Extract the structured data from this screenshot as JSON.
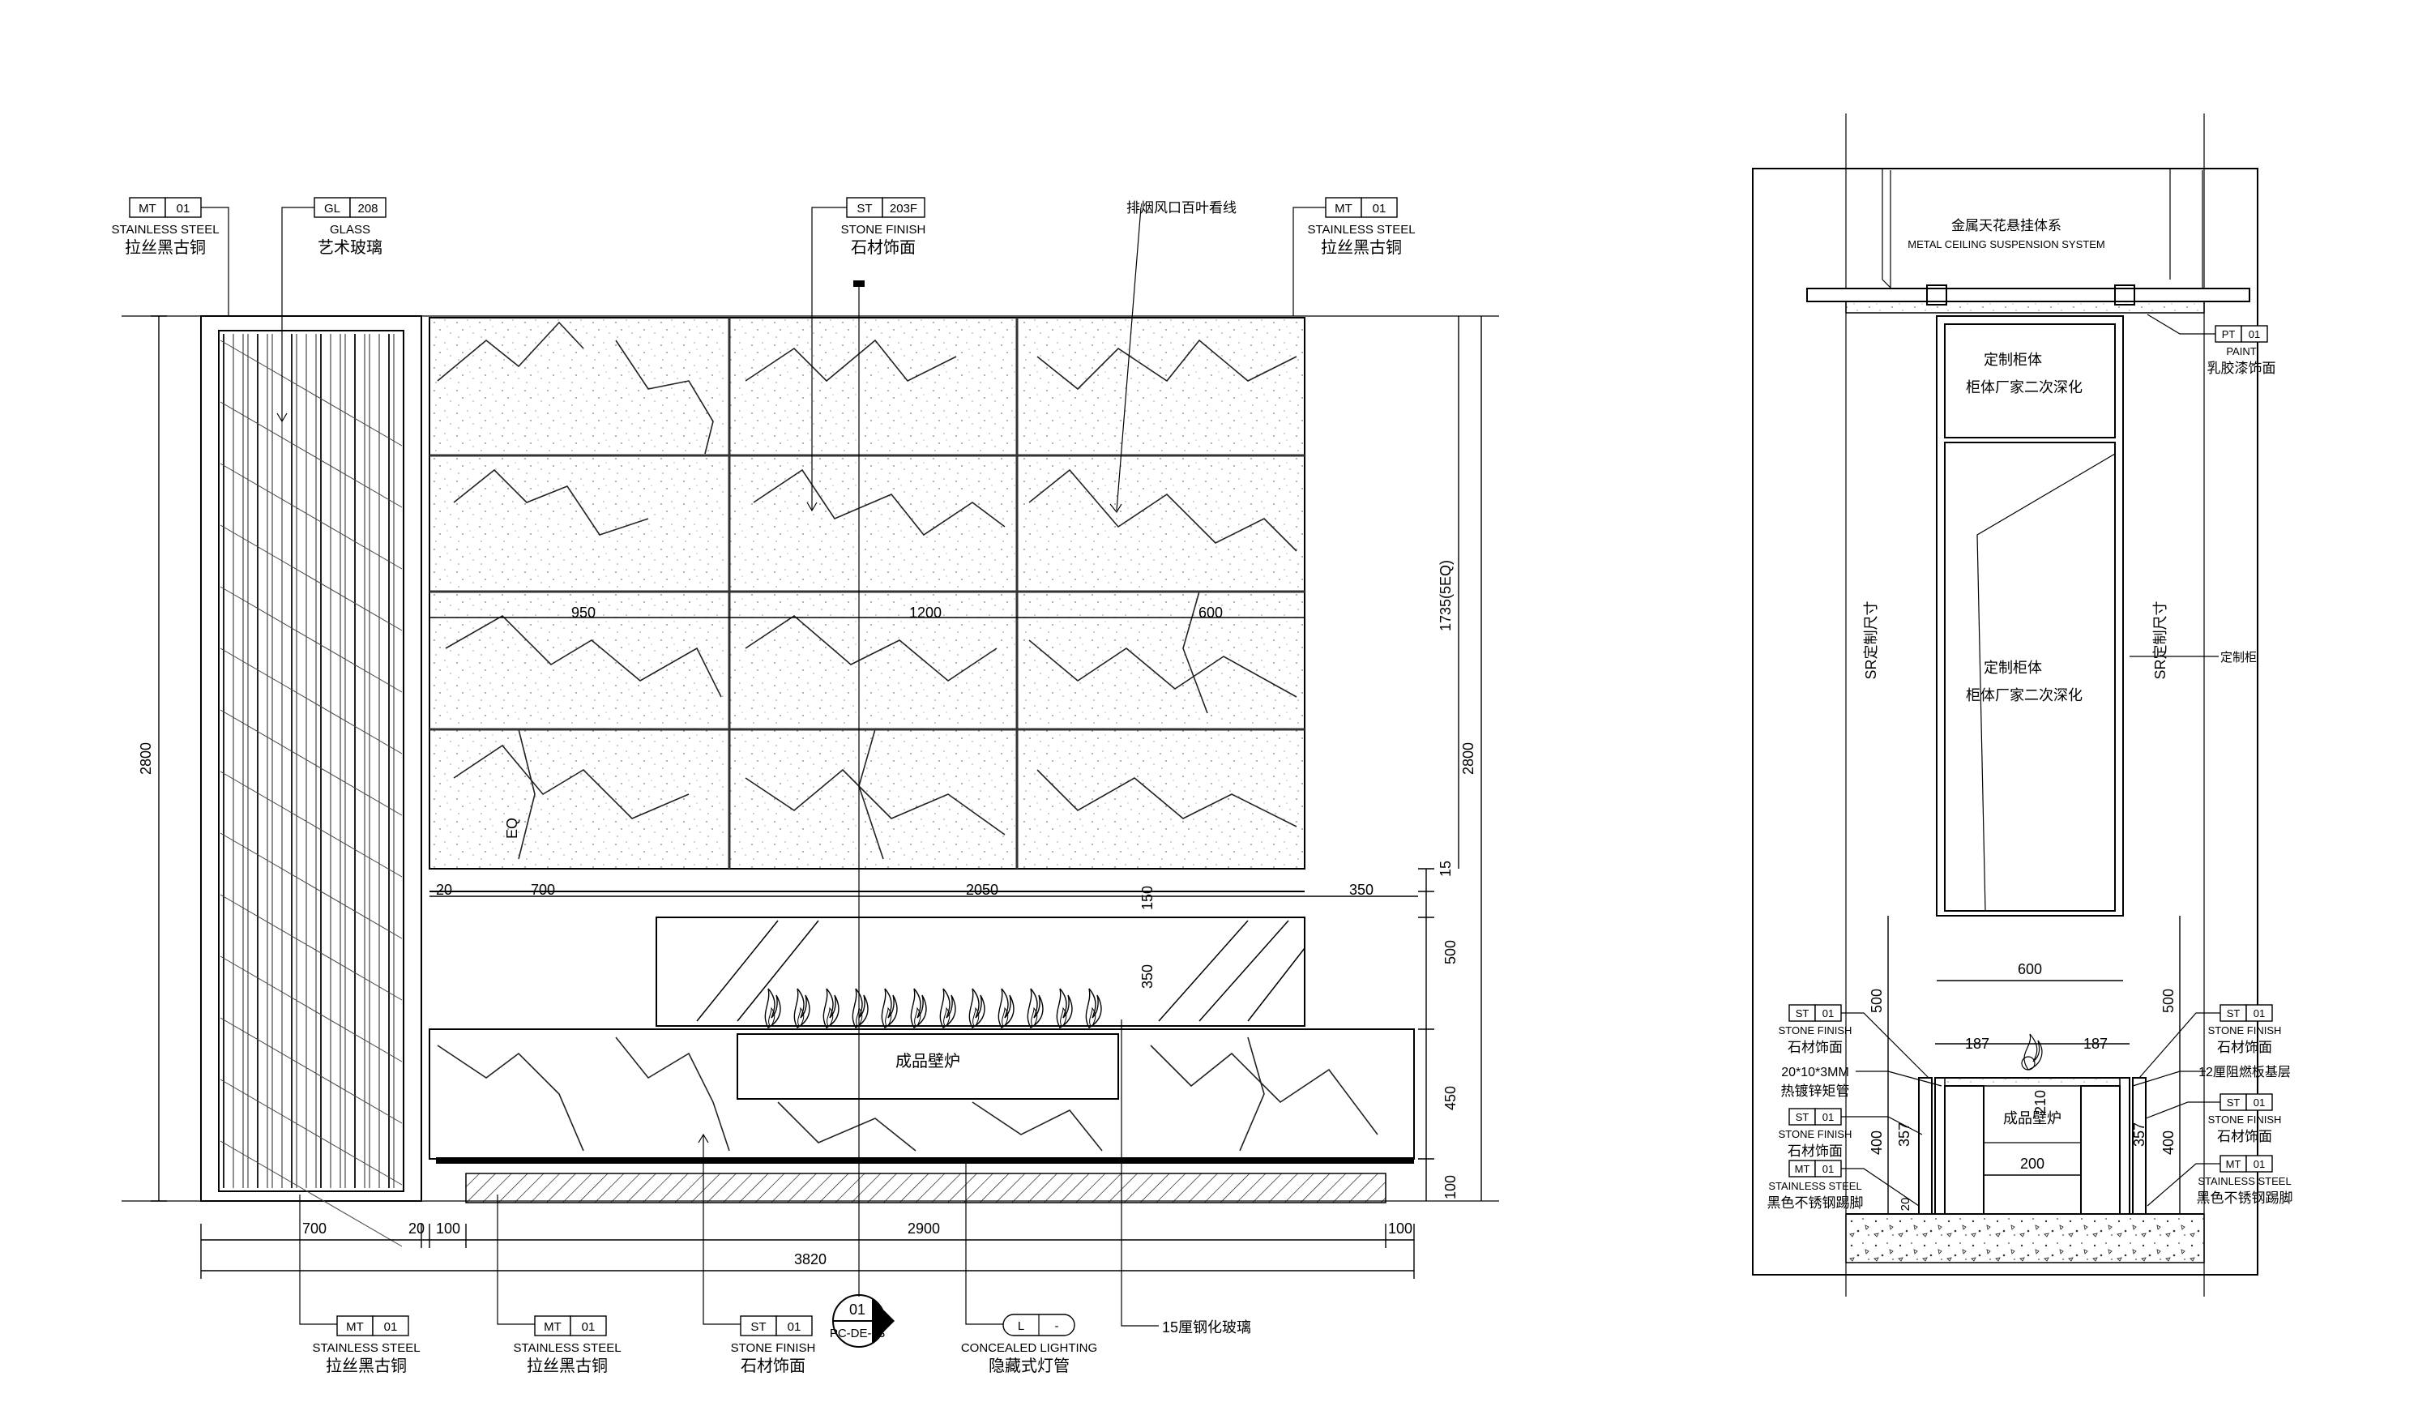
{
  "elevation": {
    "top_tags": [
      {
        "code": "MT",
        "num": "01",
        "en": "STAINLESS STEEL",
        "cn": "拉丝黑古铜"
      },
      {
        "code": "GL",
        "num": "208",
        "en": "GLASS",
        "cn": "艺术玻璃"
      },
      {
        "code": "ST",
        "num": "203F",
        "en": "STONE FINISH",
        "cn": "石材饰面"
      },
      {
        "code": "MT",
        "num": "01",
        "en": "STAINLESS STEEL",
        "cn": "拉丝黑古铜"
      }
    ],
    "vent_note": "排烟风口百叶看线",
    "bottom_tags": [
      {
        "code": "MT",
        "num": "01",
        "en": "STAINLESS STEEL",
        "cn": "拉丝黑古铜"
      },
      {
        "code": "MT",
        "num": "01",
        "en": "STAINLESS STEEL",
        "cn": "拉丝黑古铜"
      },
      {
        "code": "ST",
        "num": "01",
        "en": "STONE FINISH",
        "cn": "石材饰面"
      },
      {
        "code": "L",
        "num": "-",
        "en": "CONCEALED LIGHTING",
        "cn": "隐藏式灯管"
      }
    ],
    "glass_note": "15厘钢化玻璃",
    "fireplace_label": "成品壁炉",
    "section_marker": {
      "num": "01",
      "ref": "PC-DE-23"
    },
    "dims": {
      "left_height": "2800",
      "right_height": "2800",
      "upper_eq": "1735(5EQ)",
      "panel_widths": [
        "950",
        "1200",
        "600"
      ],
      "mid_row": [
        "20",
        "700",
        "2050",
        "350"
      ],
      "right_stack": [
        "15",
        "150",
        "500",
        "450",
        "100"
      ],
      "inner_350": "350",
      "bottom_row": [
        "700",
        "20",
        "100",
        "2900",
        "100"
      ],
      "total": "3820",
      "eq_label": "EQ"
    }
  },
  "section": {
    "ceiling_cn": "金属天花悬挂体系",
    "ceiling_en": "METAL CEILING SUSPENSION SYSTEM",
    "paint_tag": {
      "code": "PT",
      "num": "01",
      "en": "PAINT",
      "cn": "乳胶漆饰面"
    },
    "cabinet_upper": [
      "定制柜体",
      "柜体厂家二次深化"
    ],
    "cabinet_lower": [
      "定制柜体",
      "柜体厂家二次深化"
    ],
    "side_dims_text": [
      "SR定制尺寸",
      "SR定制尺寸"
    ],
    "side_note": "定制柜",
    "fireplace_label": "成品壁炉",
    "dims": {
      "width_600": "600",
      "left_500": "500",
      "right_500": "500",
      "left_187": "187",
      "right_187": "187",
      "center_210": "210",
      "left_357": "357",
      "right_357": "357",
      "left_400": "400",
      "right_400": "400",
      "bottom_200": "200",
      "small_20": "20"
    },
    "left_tags": [
      {
        "code": "ST",
        "num": "01",
        "en": "STONE FINISH",
        "cn": "石材饰面"
      },
      {
        "code": "ST",
        "num": "01",
        "en": "STONE FINISH",
        "cn": "石材饰面"
      },
      {
        "code": "MT",
        "num": "01",
        "en": "STAINLESS STEEL",
        "cn": "黑色不锈钢踢脚"
      }
    ],
    "left_notes": [
      "20*10*3MM",
      "热镀锌矩管"
    ],
    "right_tags": [
      {
        "code": "ST",
        "num": "01",
        "en": "STONE FINISH",
        "cn": "石材饰面"
      },
      {
        "code": "ST",
        "num": "01",
        "en": "STONE FINISH",
        "cn": "石材饰面"
      },
      {
        "code": "MT",
        "num": "01",
        "en": "STAINLESS STEEL",
        "cn": "黑色不锈钢踢脚"
      }
    ],
    "right_note": "12厘阻燃板基层"
  }
}
